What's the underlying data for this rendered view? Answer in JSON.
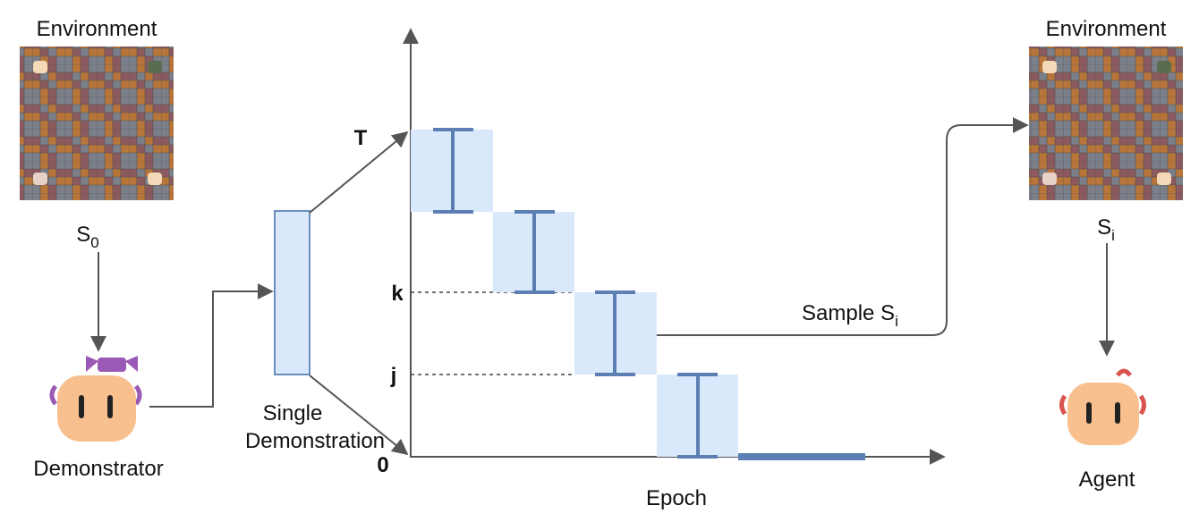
{
  "env_left": {
    "title": "Environment",
    "state_label": "S",
    "state_subscript": "0"
  },
  "env_right": {
    "title": "Environment",
    "state_label": "S",
    "state_subscript": "i"
  },
  "demonstrator": {
    "label": "Demonstrator"
  },
  "agent": {
    "label": "Agent"
  },
  "demonstration": {
    "line1": "Single",
    "line2": "Demonstration"
  },
  "axis": {
    "x_label": "Epoch",
    "tick_T": "T",
    "tick_k": "k",
    "tick_j": "j",
    "tick_0": "0"
  },
  "sample": {
    "label": "Sample S",
    "subscript": "i"
  },
  "colors": {
    "arrow": "#555555",
    "box_fill": "#dae8fc",
    "box_stroke": "#6c8ebf",
    "bar": "#5b7fb3",
    "demonstrator_bow": "#9b59b6",
    "agent_accent": "#d9534f",
    "face": "#f8c08e"
  }
}
